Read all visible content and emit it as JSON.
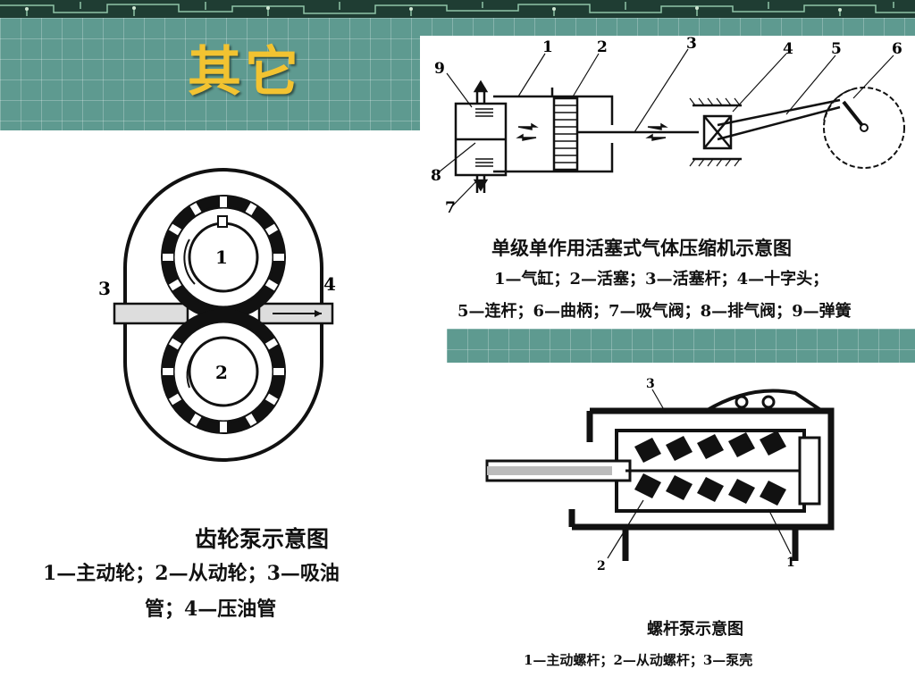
{
  "slide": {
    "title": "其它"
  },
  "gear_pump": {
    "caption_title": "齿轮泵示意图",
    "caption_line1": "1—主动轮；2—从动轮；3—吸油",
    "caption_line2": "管；4—压油管",
    "labels": {
      "gear1": "1",
      "gear2": "2",
      "inlet": "3",
      "outlet": "4"
    }
  },
  "compressor": {
    "caption_title": "单级单作用活塞式气体压缩机示意图",
    "caption_line1": "1—气缸；2—活塞；3—活塞杆；4—十字头；",
    "caption_line2": "5—连杆；6—曲柄；7—吸气阀；8—排气阀；9—弹簧",
    "labels": {
      "n1": "1",
      "n2": "2",
      "n3": "3",
      "n4": "4",
      "n5": "5",
      "n6": "6",
      "n7": "7",
      "n8": "8",
      "n9": "9"
    }
  },
  "screw_pump": {
    "caption_title": "螺杆泵示意图",
    "caption_line1": "1—主动螺杆；2—从动螺杆；3—泵壳",
    "labels": {
      "n1": "1",
      "n2": "2",
      "n3": "3"
    }
  }
}
